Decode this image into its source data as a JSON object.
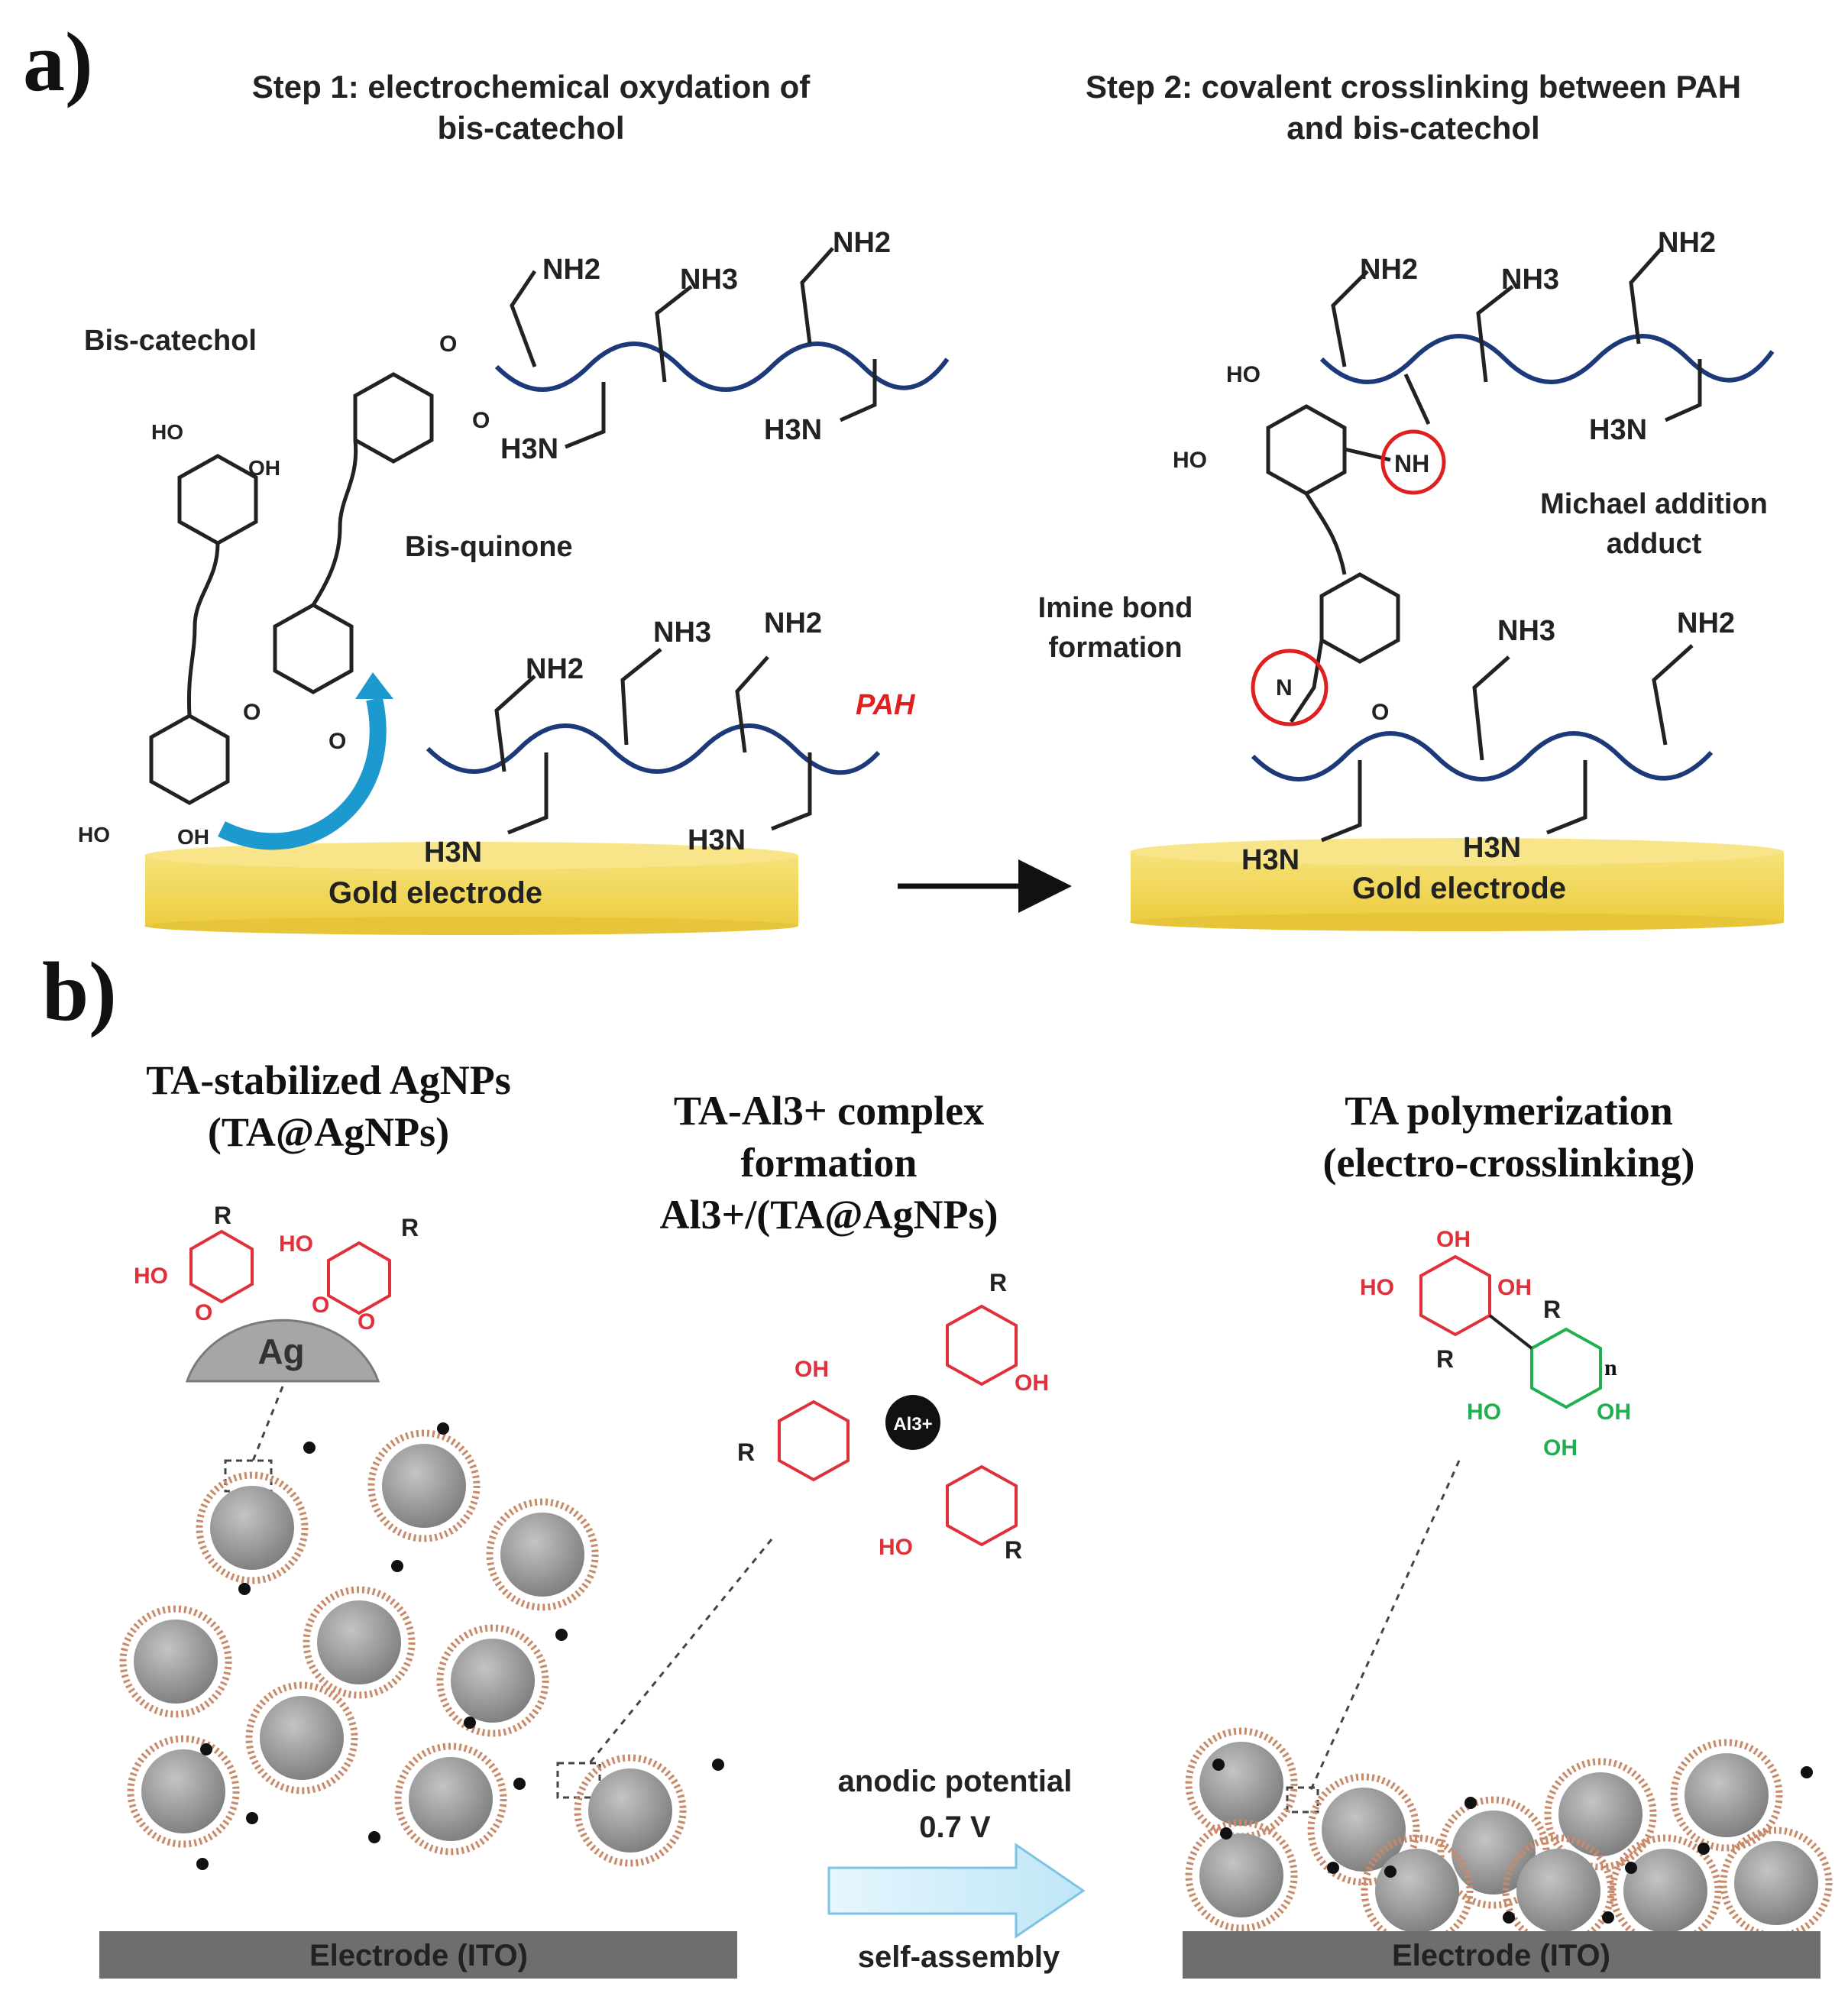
{
  "panel_a": {
    "letter": "a)",
    "step1_line1": "Step 1: electrochemical oxydation of",
    "step1_line2": "bis-catechol",
    "step2_line1": "Step 2: covalent crosslinking between PAH",
    "step2_line2": "and bis-catechol",
    "bis_catechol": "Bis-catechol",
    "bis_quinone": "Bis-quinone",
    "pah": "PAH",
    "gold_electrode": "Gold electrode",
    "imine_line1": "Imine bond",
    "imine_line2": "formation",
    "michael_line1": "Michael addition",
    "michael_line2": "adduct",
    "groups": {
      "nh2": "NH2",
      "nh3": "NH3",
      "h3n": "H3N",
      "ho": "HO",
      "oh": "OH",
      "o": "O",
      "nh": "NH",
      "n": "N"
    }
  },
  "panel_b": {
    "letter": "b)",
    "title1_line1": "TA-stabilized AgNPs",
    "title1_line2": "(TA@AgNPs)",
    "title2_line1": "TA-Al3+ complex",
    "title2_line2": "formation",
    "title2_line3": "Al3+/(TA@AgNPs)",
    "title3_line1": "TA polymerization",
    "title3_line2": "(electro-crosslinking)",
    "ag": "Ag",
    "al": "Al3+",
    "r": "R",
    "n": "n",
    "anodic_line1": "anodic potential",
    "anodic_line2": "0.7 V",
    "self_assembly": "self-assembly",
    "electrode_ito": "Electrode (ITO)"
  },
  "colors": {
    "gold": "#f3d85a",
    "chain": "#1c3a7a",
    "red_label": "#e02020",
    "red_chem": "#e0303a",
    "green_chem": "#20b050",
    "arrow_cyan": "#1c9ad0",
    "electrode_gray": "#6e6e6e",
    "particle_gray": "#9a9a9a"
  }
}
